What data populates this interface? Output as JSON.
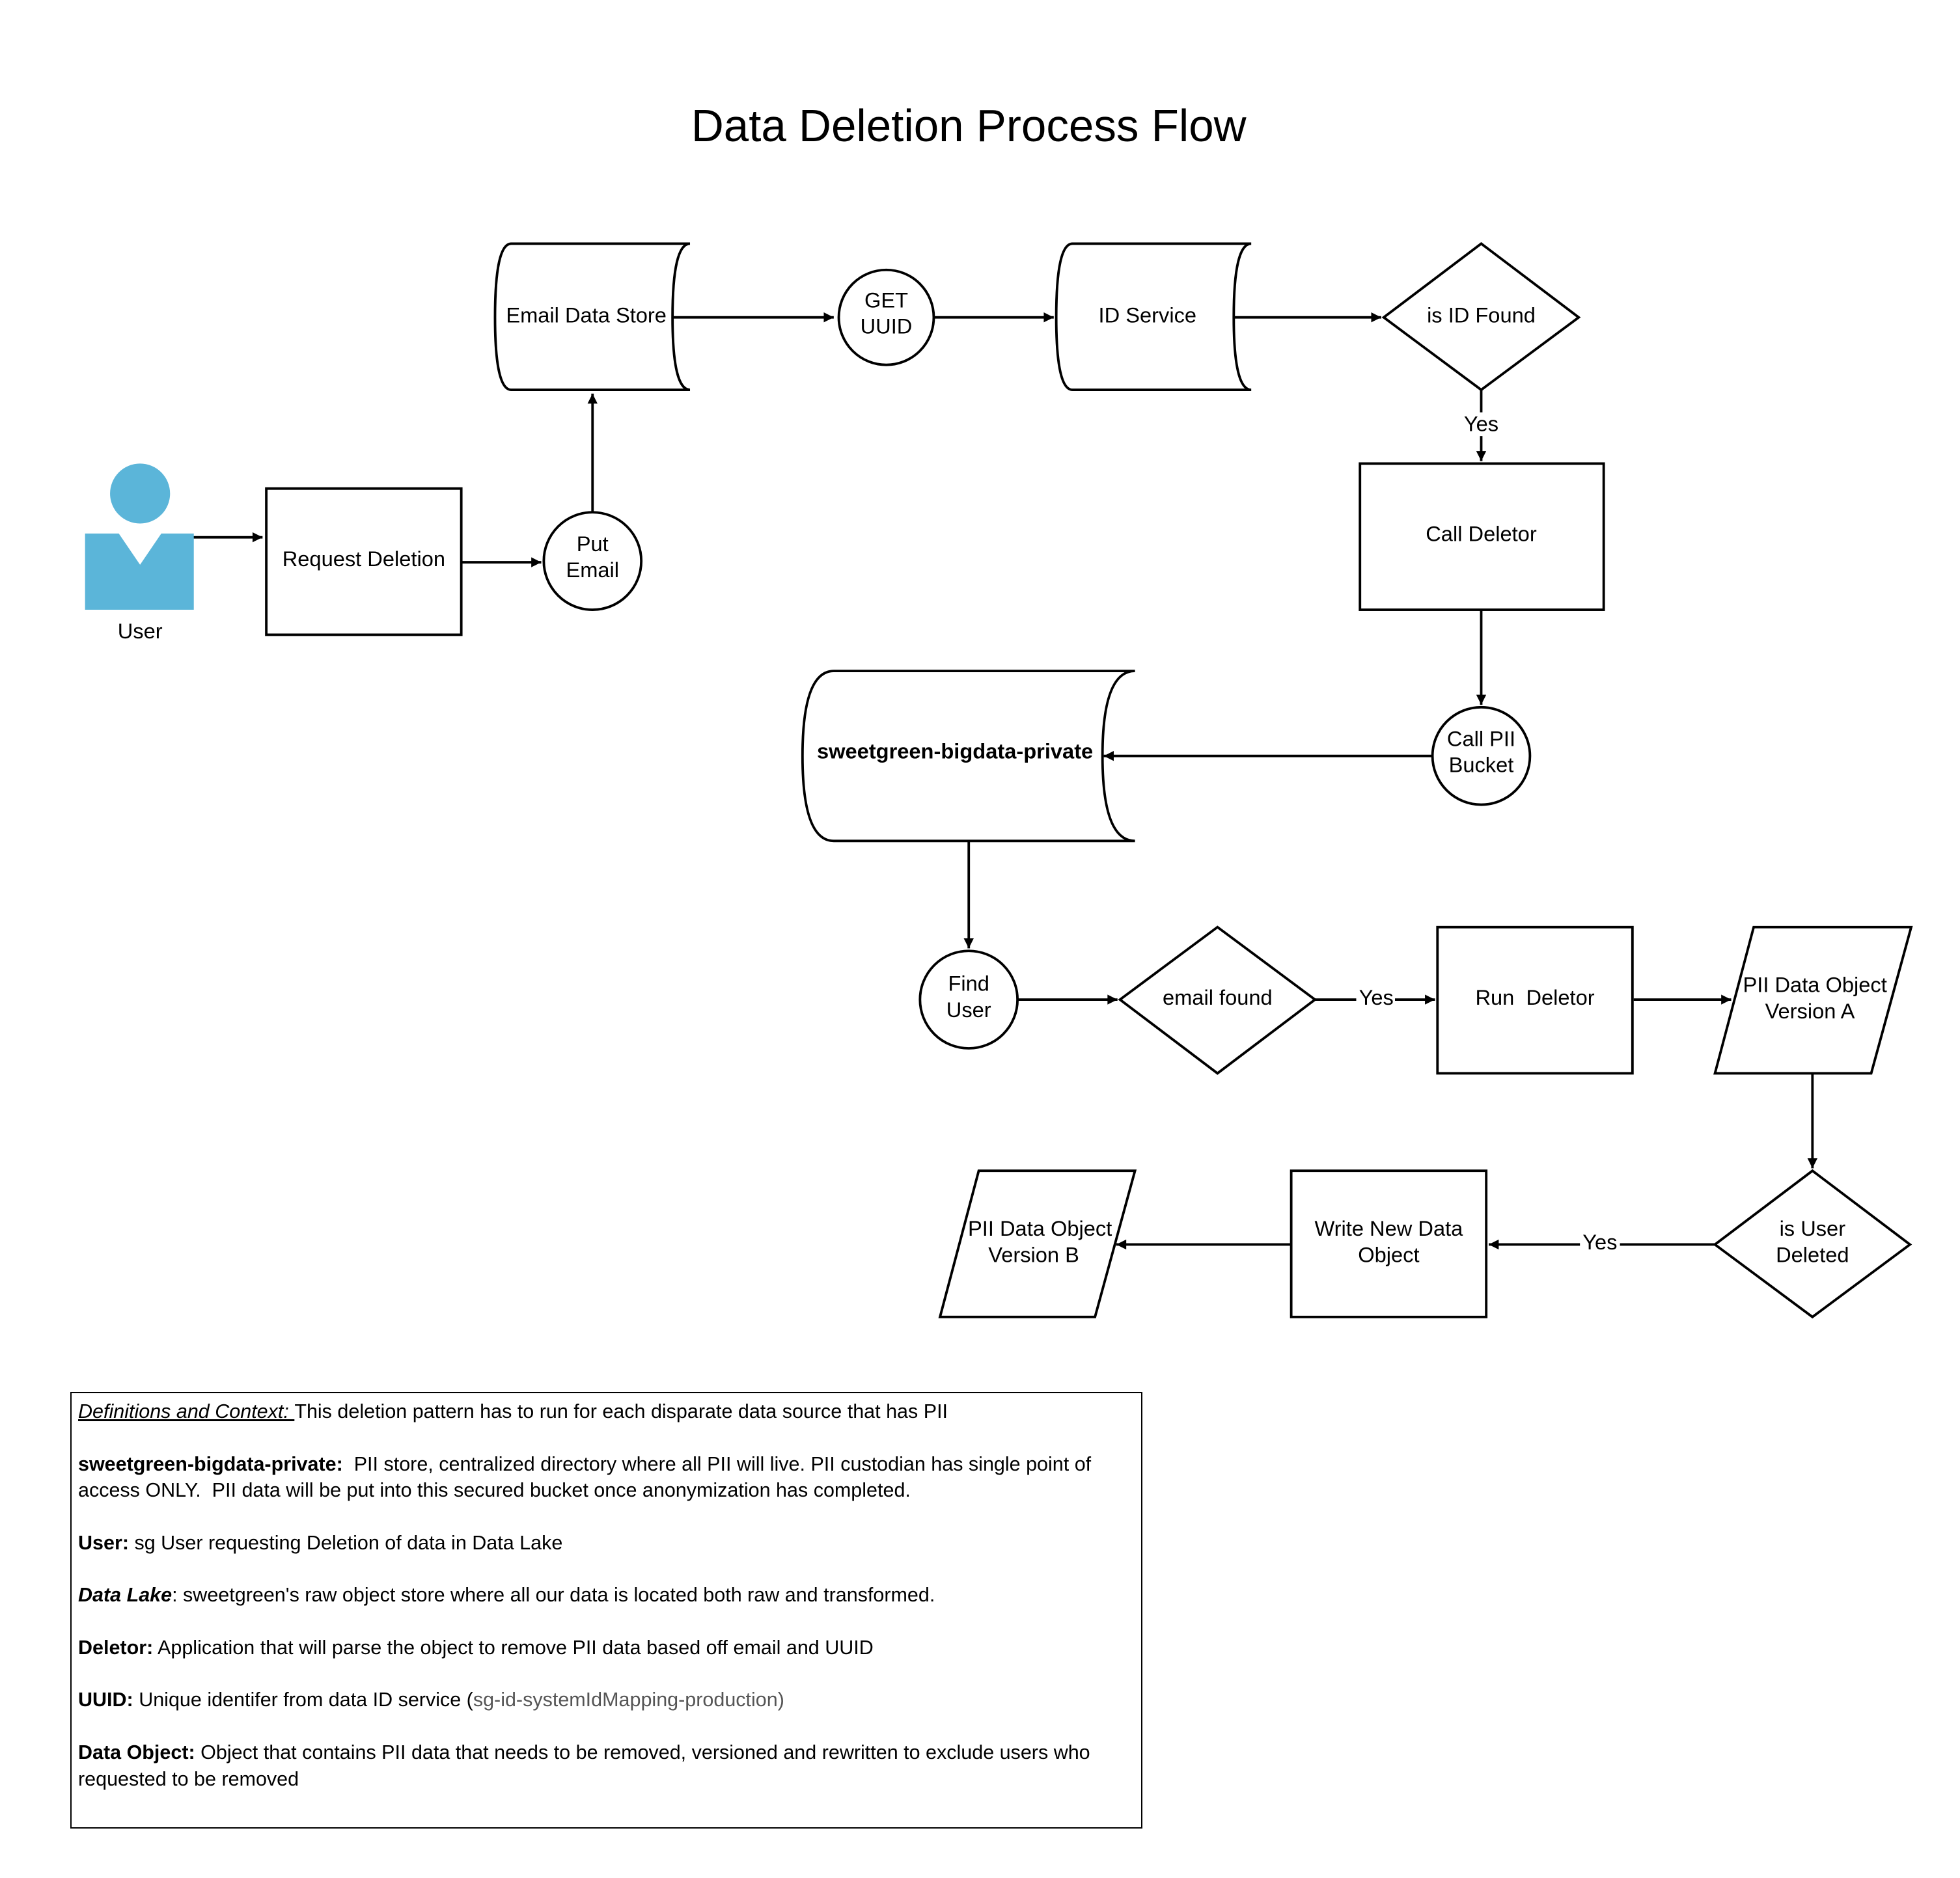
{
  "title": "Data Deletion Process Flow",
  "nodes": {
    "user": {
      "label": "User",
      "icon": "person-icon"
    },
    "request_deletion": {
      "label": "Request Deletion"
    },
    "put_email": {
      "label": [
        "Put",
        "Email"
      ]
    },
    "email_data_store": {
      "label": "Email Data Store"
    },
    "get_uuid": {
      "label": [
        "GET",
        "UUID"
      ]
    },
    "id_service": {
      "label": "ID Service"
    },
    "is_id_found": {
      "label": "is ID Found"
    },
    "call_deletor": {
      "label": "Call Deletor"
    },
    "call_pii_bucket": {
      "label": [
        "Call PII",
        "Bucket"
      ]
    },
    "bigdata_private": {
      "label": "sweetgreen-bigdata-private"
    },
    "find_user": {
      "label": [
        "Find",
        "User"
      ]
    },
    "email_found": {
      "label": "email found"
    },
    "run_deletor": {
      "label": "Run  Deletor"
    },
    "pii_object_a": {
      "label": [
        "PII Data Object",
        "Version A"
      ]
    },
    "is_user_deleted": {
      "label": [
        "is User",
        "Deleted"
      ]
    },
    "write_new_object": {
      "label": [
        "Write New Data",
        "Object"
      ]
    },
    "pii_object_b": {
      "label": [
        "PII Data Object",
        "Version B"
      ]
    }
  },
  "edge_labels": {
    "id_found_yes": "Yes",
    "email_found_yes": "Yes",
    "user_deleted_yes": "Yes"
  },
  "definitions": {
    "intro_heading": "Definitions and Context: ",
    "intro_text": "This deletion pattern has to run for each disparate data source that has PII",
    "items": [
      {
        "term": "sweetgreen-bigdata-private:",
        "text": "  PII store, centralized directory where all PII will live. PII custodian has single point of access ONLY.  PII data will be put into this secured bucket once anonymization has completed."
      },
      {
        "term": "User:",
        "text": " sg User requesting Deletion of data in Data Lake"
      },
      {
        "term": "Data Lake",
        "text": ": sweetgreen's raw object store where all our data is located both raw and transformed."
      },
      {
        "term": "Deletor:",
        "text": " Application that will parse the object to remove PII data based off email and UUID"
      },
      {
        "term": "UUID:",
        "text": " Unique identifer from data ID service (",
        "extra": "sg-id-systemIdMapping-production)"
      },
      {
        "term": "Data Object:",
        "text": " Object that contains PII data that needs to be removed, versioned and rewritten to exclude users who requested to be removed"
      }
    ]
  },
  "colors": {
    "user_icon": "#5bb5d9",
    "stroke": "#000000",
    "muted_text": "#555555"
  }
}
